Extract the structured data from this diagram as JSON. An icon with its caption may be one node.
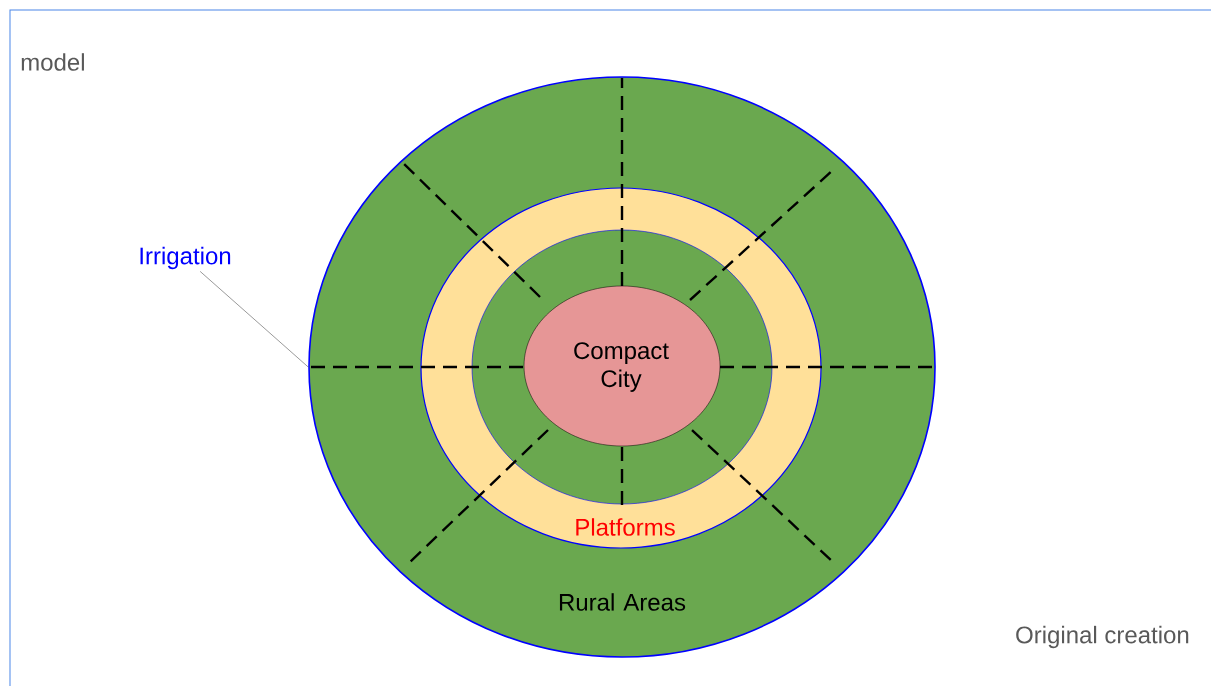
{
  "diagram": {
    "nodes": [
      {
        "text": [
          "Rural Areas"
        ]
      },
      {
        "text": [
          "Platforms"
        ],
        "in": 0
      },
      {
        "text": [],
        "shape": "circle",
        "in": 1
      },
      {
        "text": [
          "Compact City"
        ],
        "in": 2
      },
      {
        "text": [
          "Irrigation"
        ]
      }
    ],
    "edges": [
      {
        "from": 4,
        "to": 0,
        "arrow": "none"
      }
    ],
    "labels": [
      "model",
      "Original creation"
    ]
  }
}
